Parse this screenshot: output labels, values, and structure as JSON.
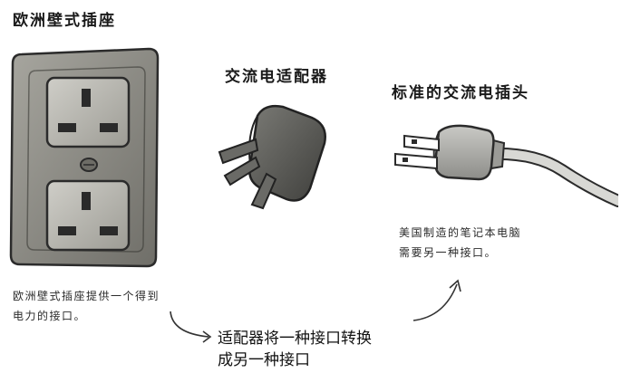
{
  "titles": {
    "euro_outlet": "欧洲壁式插座",
    "ac_adapter": "交流电适配器",
    "standard_plug": "标准的交流电插头"
  },
  "notes": {
    "euro_outlet_note": [
      "欧洲壁式插座提供一个得到",
      "电力的接口。"
    ],
    "laptop_note": [
      "美国制造的笔记本电脑",
      "需要另一种接口。"
    ],
    "adapter_note": [
      "适配器将一种接口转换",
      "成另一种接口"
    ]
  },
  "colors": {
    "outlet_plate": "#8e8d86",
    "socket_face": "#b9b8b1",
    "adapter_body": "#5d5d59",
    "plug_body": "#b0b0ac",
    "ink": "#2b2b2b"
  }
}
